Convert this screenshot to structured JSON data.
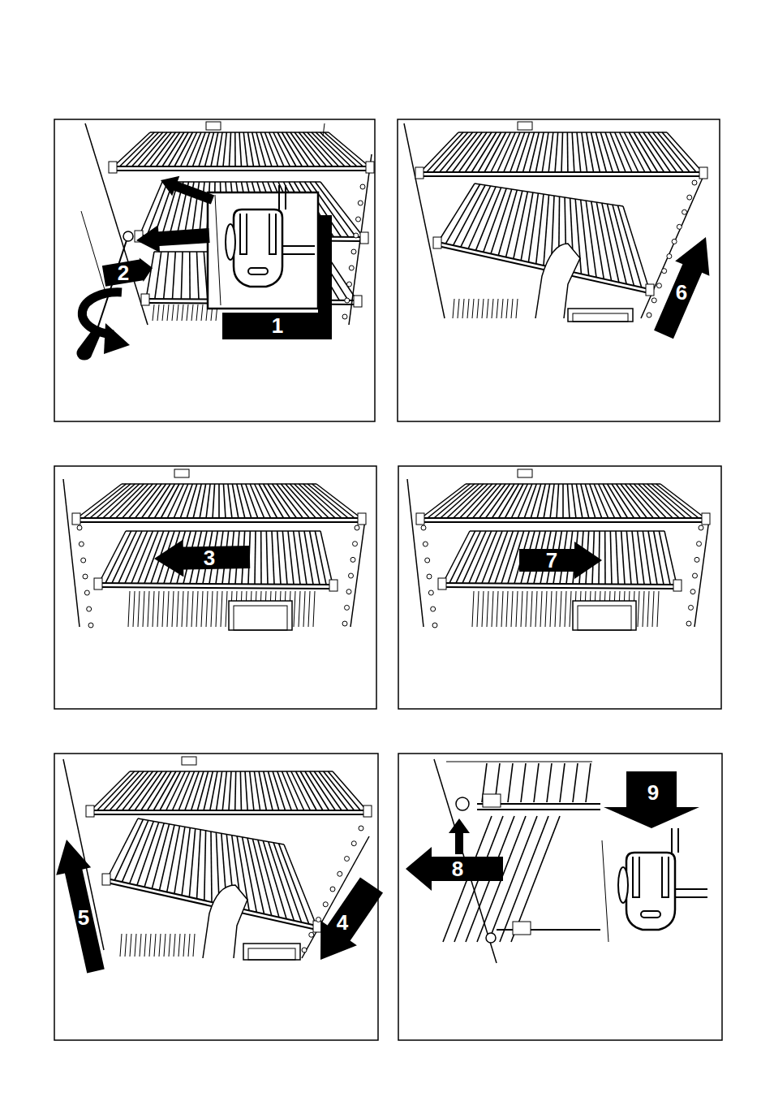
{
  "diagram": {
    "labels": [
      "1",
      "2",
      "6",
      "3",
      "7",
      "5",
      "4",
      "8",
      "9"
    ]
  }
}
